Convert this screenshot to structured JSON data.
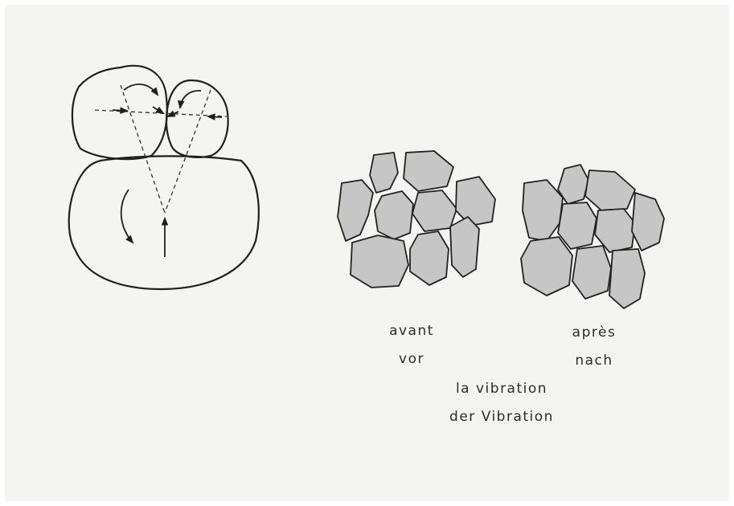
{
  "labels": {
    "before_fr": "avant",
    "before_de": "vor",
    "after_fr": "après",
    "after_de": "nach",
    "caption_fr": "la vibration",
    "caption_de": "der Vibration"
  },
  "colors": {
    "paper": "#f4f4f1",
    "ink": "#1f1f1f",
    "stone_fill": "#c6c6c6",
    "stone_shadow": "#a9a9a9"
  }
}
